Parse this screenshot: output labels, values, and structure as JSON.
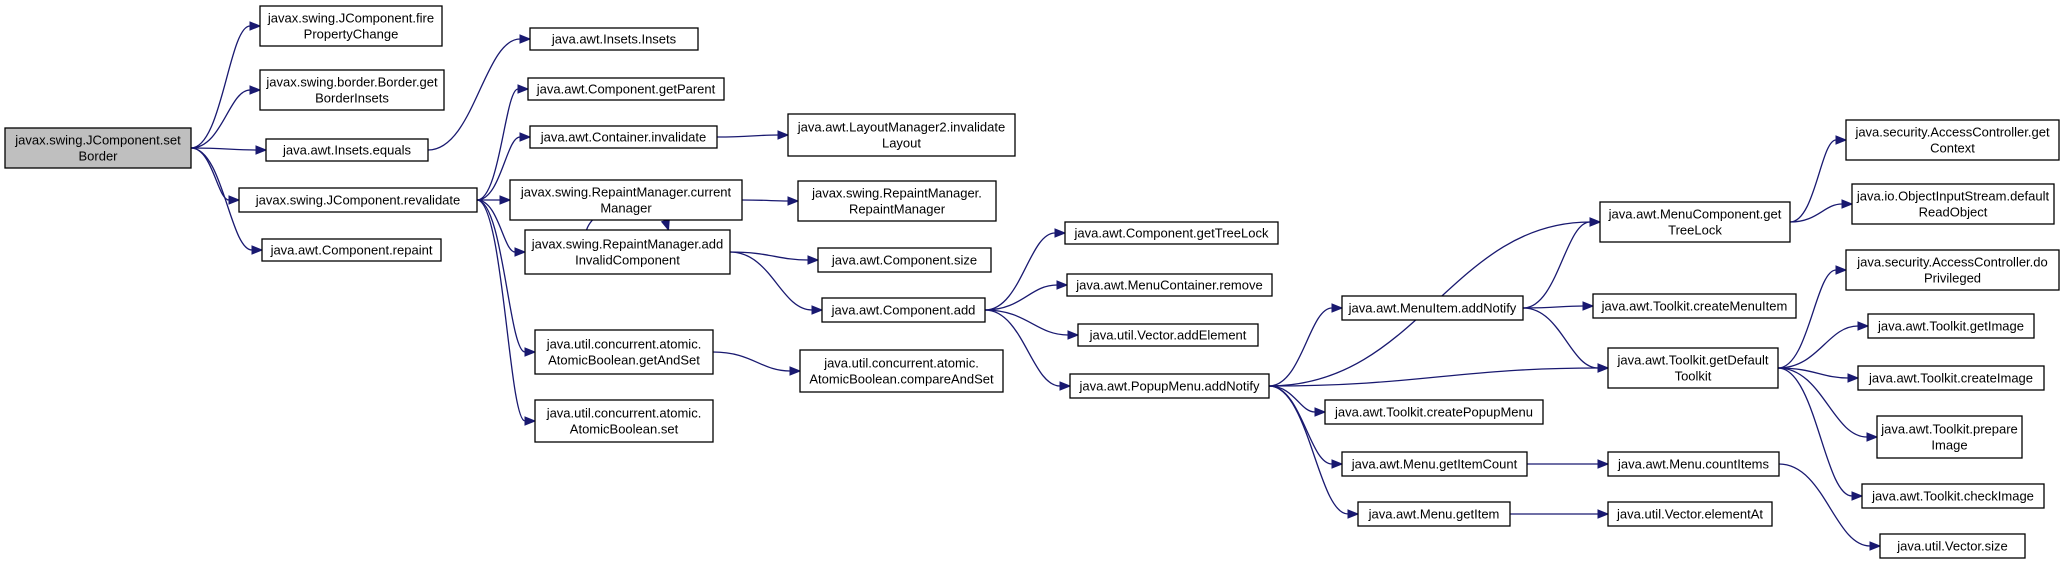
{
  "diagram": {
    "nodes": [
      {
        "id": "setBorder",
        "lines": [
          "javax.swing.JComponent.set",
          "Border"
        ],
        "root": true
      },
      {
        "id": "firePropertyChange",
        "lines": [
          "javax.swing.JComponent.fire",
          "PropertyChange"
        ]
      },
      {
        "id": "getBorderInsets",
        "lines": [
          "javax.swing.border.Border.get",
          "BorderInsets"
        ]
      },
      {
        "id": "insetsEquals",
        "lines": [
          "java.awt.Insets.equals"
        ]
      },
      {
        "id": "revalidate",
        "lines": [
          "javax.swing.JComponent.revalidate"
        ]
      },
      {
        "id": "repaint",
        "lines": [
          "java.awt.Component.repaint"
        ]
      },
      {
        "id": "insetsInsets",
        "lines": [
          "java.awt.Insets.Insets"
        ]
      },
      {
        "id": "getParent",
        "lines": [
          "java.awt.Component.getParent"
        ]
      },
      {
        "id": "containerInvalidate",
        "lines": [
          "java.awt.Container.invalidate"
        ]
      },
      {
        "id": "currentManager",
        "lines": [
          "javax.swing.RepaintManager.current",
          "Manager"
        ]
      },
      {
        "id": "addInvalidComponent",
        "lines": [
          "javax.swing.RepaintManager.add",
          "InvalidComponent"
        ]
      },
      {
        "id": "getAndSet",
        "lines": [
          "java.util.concurrent.atomic.",
          "AtomicBoolean.getAndSet"
        ]
      },
      {
        "id": "atomicSet",
        "lines": [
          "java.util.concurrent.atomic.",
          "AtomicBoolean.set"
        ]
      },
      {
        "id": "layoutInvalidate",
        "lines": [
          "java.awt.LayoutManager2.invalidate",
          "Layout"
        ]
      },
      {
        "id": "repaintManager",
        "lines": [
          "javax.swing.RepaintManager.",
          "RepaintManager"
        ]
      },
      {
        "id": "componentSize",
        "lines": [
          "java.awt.Component.size"
        ]
      },
      {
        "id": "componentAdd",
        "lines": [
          "java.awt.Component.add"
        ]
      },
      {
        "id": "compareAndSet",
        "lines": [
          "java.util.concurrent.atomic.",
          "AtomicBoolean.compareAndSet"
        ]
      },
      {
        "id": "getTreeLock",
        "lines": [
          "java.awt.Component.getTreeLock"
        ]
      },
      {
        "id": "menuContainerRemove",
        "lines": [
          "java.awt.MenuContainer.remove"
        ]
      },
      {
        "id": "addElement",
        "lines": [
          "java.util.Vector.addElement"
        ]
      },
      {
        "id": "popupAddNotify",
        "lines": [
          "java.awt.PopupMenu.addNotify"
        ]
      },
      {
        "id": "menuItemAddNotify",
        "lines": [
          "java.awt.MenuItem.addNotify"
        ]
      },
      {
        "id": "createPopupMenu",
        "lines": [
          "java.awt.Toolkit.createPopupMenu"
        ]
      },
      {
        "id": "getItemCount",
        "lines": [
          "java.awt.Menu.getItemCount"
        ]
      },
      {
        "id": "getItem",
        "lines": [
          "java.awt.Menu.getItem"
        ]
      },
      {
        "id": "menuCompTreeLock",
        "lines": [
          "java.awt.MenuComponent.get",
          "TreeLock"
        ]
      },
      {
        "id": "createMenuItem",
        "lines": [
          "java.awt.Toolkit.createMenuItem"
        ]
      },
      {
        "id": "getDefaultToolkit",
        "lines": [
          "java.awt.Toolkit.getDefault",
          "Toolkit"
        ]
      },
      {
        "id": "countItems",
        "lines": [
          "java.awt.Menu.countItems"
        ]
      },
      {
        "id": "elementAt",
        "lines": [
          "java.util.Vector.elementAt"
        ]
      },
      {
        "id": "getContext",
        "lines": [
          "java.security.AccessController.get",
          "Context"
        ]
      },
      {
        "id": "defaultReadObject",
        "lines": [
          "java.io.ObjectInputStream.default",
          "ReadObject"
        ]
      },
      {
        "id": "doPrivileged",
        "lines": [
          "java.security.AccessController.do",
          "Privileged"
        ]
      },
      {
        "id": "getImage",
        "lines": [
          "java.awt.Toolkit.getImage"
        ]
      },
      {
        "id": "createImage",
        "lines": [
          "java.awt.Toolkit.createImage"
        ]
      },
      {
        "id": "prepareImage",
        "lines": [
          "java.awt.Toolkit.prepare",
          "Image"
        ]
      },
      {
        "id": "checkImage",
        "lines": [
          "java.awt.Toolkit.checkImage"
        ]
      },
      {
        "id": "vectorSize",
        "lines": [
          "java.util.Vector.size"
        ]
      }
    ]
  }
}
